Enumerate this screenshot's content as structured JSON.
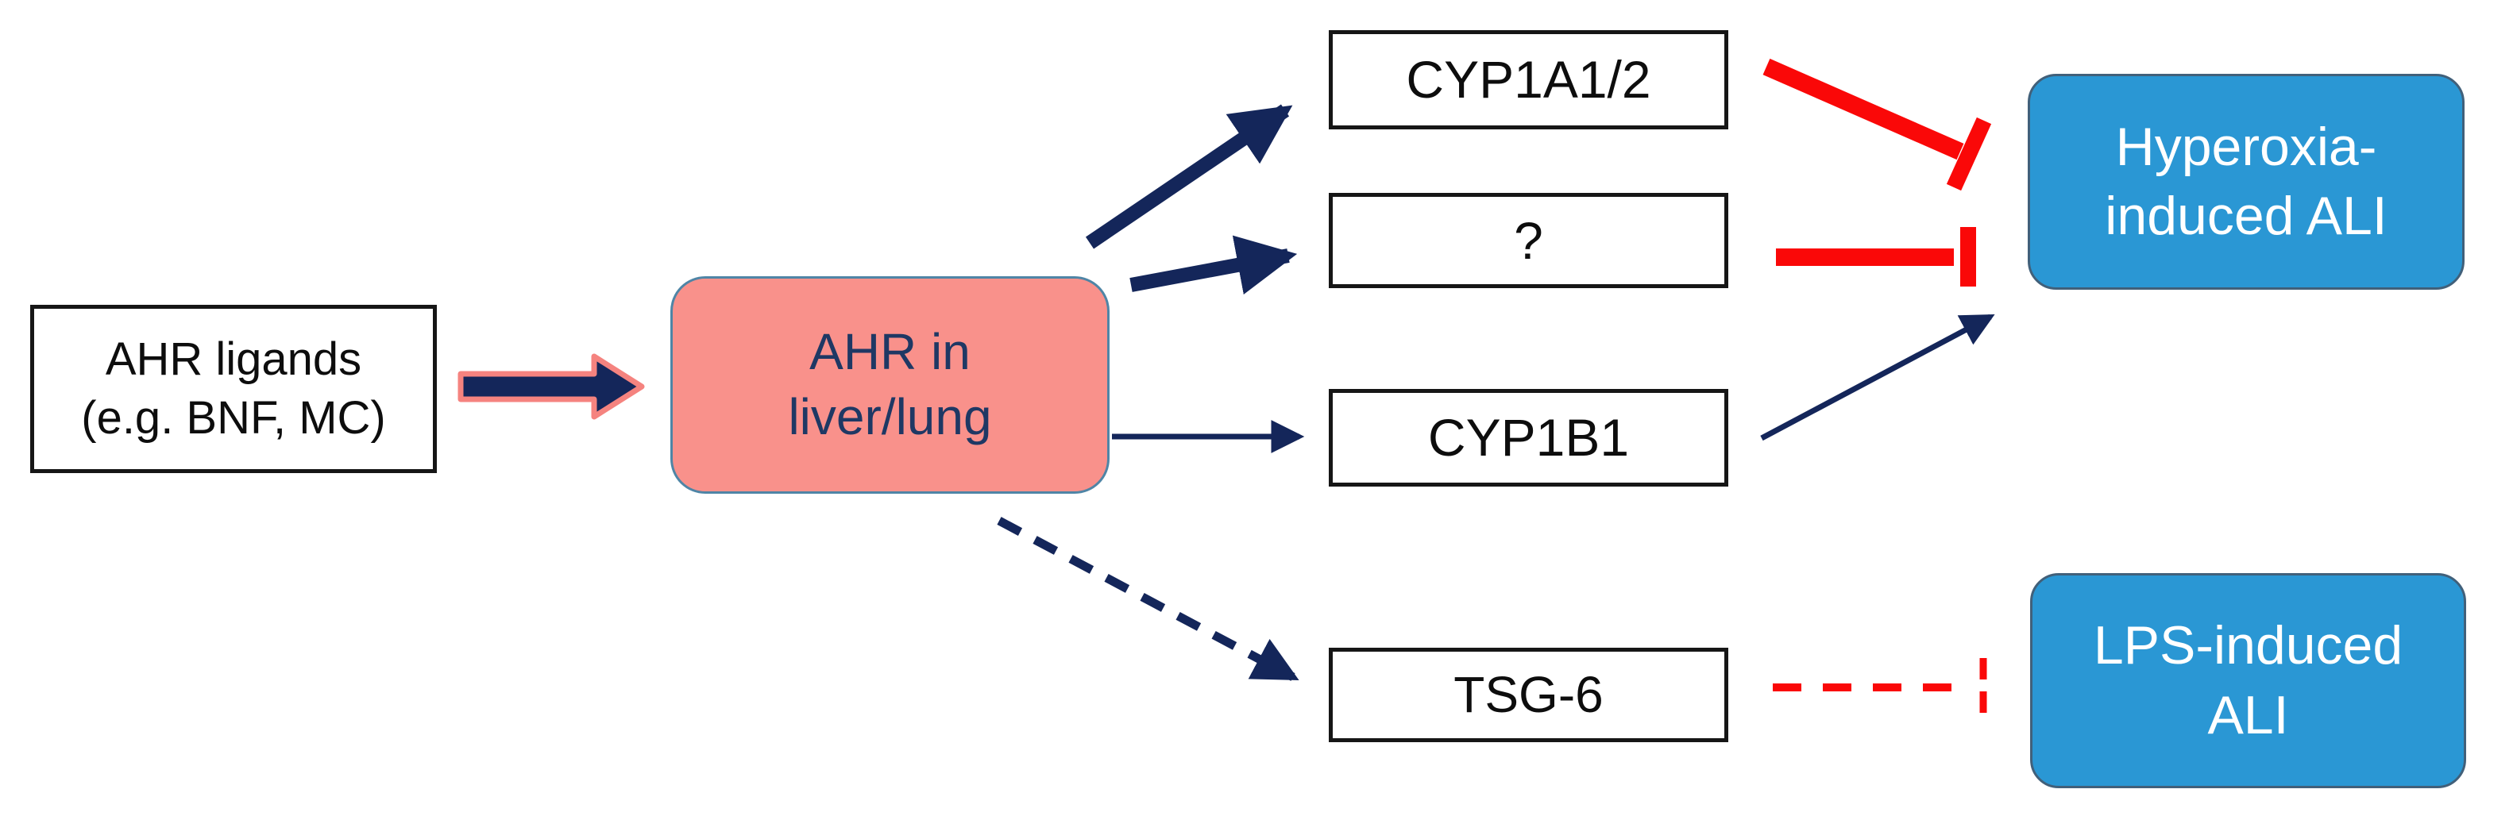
{
  "colors": {
    "navy_arrow": "#14265a",
    "red_inhibition": "#fa0808",
    "pink_node_fill": "#f9918b",
    "pink_node_border": "#4f85a6",
    "pink_node_text": "#1f3864",
    "block_arrow_outline": "#f5837f",
    "blue_node_fill": "#2a97d4",
    "blue_node_text": "#ffffff",
    "white_node_border": "#161616",
    "white_node_text": "#0d0d0d",
    "background": "#ffffff"
  },
  "nodes": {
    "ahr_ligands": {
      "lines": [
        "AHR ligands",
        "(e.g. BNF, MC)"
      ]
    },
    "ahr": {
      "lines": [
        "AHR in",
        "liver/lung"
      ]
    },
    "cyp1a12": {
      "label": "CYP1A1/2"
    },
    "unknown": {
      "label": "?"
    },
    "cyp1b1": {
      "label": "CYP1B1"
    },
    "tsg6": {
      "label": "TSG-6"
    },
    "hyperoxia": {
      "lines": [
        "Hyperoxia-",
        "induced ALI"
      ]
    },
    "lps": {
      "lines": [
        "LPS-induced",
        "ALI"
      ]
    }
  },
  "edges": [
    {
      "from": "AHR ligands (e.g. BNF, MC)",
      "to": "AHR in liver/lung",
      "relation": "activation",
      "style": "thick navy block arrow with pink outline, solid"
    },
    {
      "from": "AHR in liver/lung",
      "to": "CYP1A1/2",
      "relation": "induction",
      "style": "thick navy arrow, solid"
    },
    {
      "from": "AHR in liver/lung",
      "to": "?",
      "relation": "induction",
      "style": "thick navy arrow, solid"
    },
    {
      "from": "AHR in liver/lung",
      "to": "CYP1B1",
      "relation": "induction",
      "style": "thin navy arrow, solid"
    },
    {
      "from": "AHR in liver/lung",
      "to": "TSG-6",
      "relation": "induction (putative)",
      "style": "thin navy arrow, dashed"
    },
    {
      "from": "CYP1A1/2",
      "to": "Hyperoxia-induced ALI",
      "relation": "inhibition",
      "style": "thick red T-bar, solid"
    },
    {
      "from": "?",
      "to": "Hyperoxia-induced ALI",
      "relation": "inhibition",
      "style": "thick red T-bar, solid"
    },
    {
      "from": "CYP1B1",
      "to": "Hyperoxia-induced ALI",
      "relation": "promotion",
      "style": "thin navy arrow, solid"
    },
    {
      "from": "TSG-6",
      "to": "LPS-induced ALI",
      "relation": "inhibition (putative)",
      "style": "thin red T-bar, dashed"
    }
  ]
}
